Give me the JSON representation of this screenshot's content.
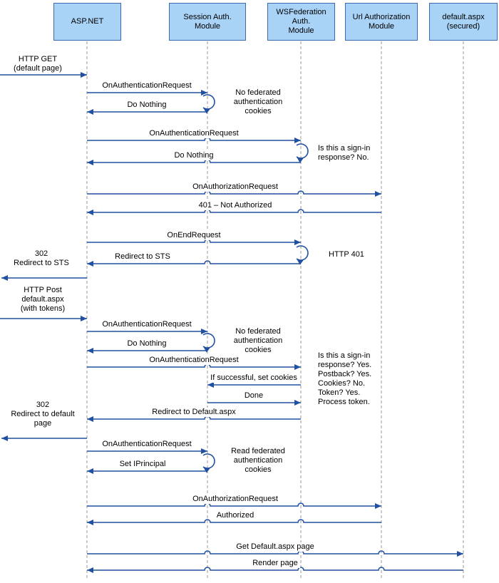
{
  "colors": {
    "actor_fill": "#A8D2F6",
    "actor_border": "#3A6BB0",
    "arrow": "#2150A2",
    "lifeline": "#999999",
    "text": "#000000"
  },
  "actors": [
    {
      "label": "ASP.NET"
    },
    {
      "label": "Session Auth.\nModule"
    },
    {
      "label": "WSFederation\nAuth.\nModule"
    },
    {
      "label": "Url Authorization\nModule"
    },
    {
      "label": "default.aspx\n(secured)"
    }
  ],
  "external_messages": [
    {
      "label": "HTTP GET\n(default page)",
      "direction": "in"
    },
    {
      "label": "302\nRedirect to STS",
      "direction": "out"
    },
    {
      "label": "HTTP Post\ndefault.aspx\n(with tokens)",
      "direction": "in"
    },
    {
      "label": "302\nRedirect to default\npage",
      "direction": "out"
    }
  ],
  "messages": [
    {
      "label": "OnAuthenticationRequest",
      "from": "ASP.NET",
      "to": "Session Auth. Module"
    },
    {
      "label": "Do Nothing",
      "from": "Session Auth. Module",
      "to": "ASP.NET"
    },
    {
      "label": "OnAuthenticationRequest",
      "from": "ASP.NET",
      "to": "WSFederation Auth. Module"
    },
    {
      "label": "Do Nothing",
      "from": "WSFederation Auth. Module",
      "to": "ASP.NET"
    },
    {
      "label": "OnAuthorizationRequest",
      "from": "ASP.NET",
      "to": "Url Authorization Module"
    },
    {
      "label": "401 – Not Authorized",
      "from": "Url Authorization Module",
      "to": "ASP.NET"
    },
    {
      "label": "OnEndRequest",
      "from": "ASP.NET",
      "to": "WSFederation Auth. Module"
    },
    {
      "label": "Redirect to STS",
      "from": "WSFederation Auth. Module",
      "to": "ASP.NET"
    },
    {
      "label": "OnAuthenticationRequest",
      "from": "ASP.NET",
      "to": "Session Auth. Module"
    },
    {
      "label": "Do Nothing",
      "from": "Session Auth. Module",
      "to": "ASP.NET"
    },
    {
      "label": "OnAuthenticationRequest",
      "from": "ASP.NET",
      "to": "WSFederation Auth. Module"
    },
    {
      "label": "If successful, set cookies",
      "from": "WSFederation Auth. Module",
      "to": "Session Auth. Module"
    },
    {
      "label": "Done",
      "from": "Session Auth. Module",
      "to": "WSFederation Auth. Module"
    },
    {
      "label": "Redirect to Default.aspx",
      "from": "WSFederation Auth. Module",
      "to": "ASP.NET"
    },
    {
      "label": "OnAuthenticationRequest",
      "from": "ASP.NET",
      "to": "Session Auth. Module"
    },
    {
      "label": "Set IPrincipal",
      "from": "Session Auth. Module",
      "to": "ASP.NET"
    },
    {
      "label": "OnAuthorizationRequest",
      "from": "ASP.NET",
      "to": "Url Authorization Module"
    },
    {
      "label": "Authorized",
      "from": "Url Authorization Module",
      "to": "ASP.NET"
    },
    {
      "label": "Get Default.aspx page",
      "from": "ASP.NET",
      "to": "default.aspx (secured)"
    },
    {
      "label": "Render page",
      "from": "default.aspx (secured)",
      "to": "ASP.NET"
    }
  ],
  "notes": [
    {
      "label": "No federated\nauthentication\ncookies"
    },
    {
      "label": "Is this a sign-in\nresponse? No."
    },
    {
      "label": "HTTP 401"
    },
    {
      "label": "No federated\nauthentication\ncookies"
    },
    {
      "label": "Is this a sign-in\nresponse? Yes.\nPostback? Yes.\nCookies? No.\nToken? Yes.\nProcess token."
    },
    {
      "label": "Read federated\nauthentication\ncookies"
    }
  ]
}
